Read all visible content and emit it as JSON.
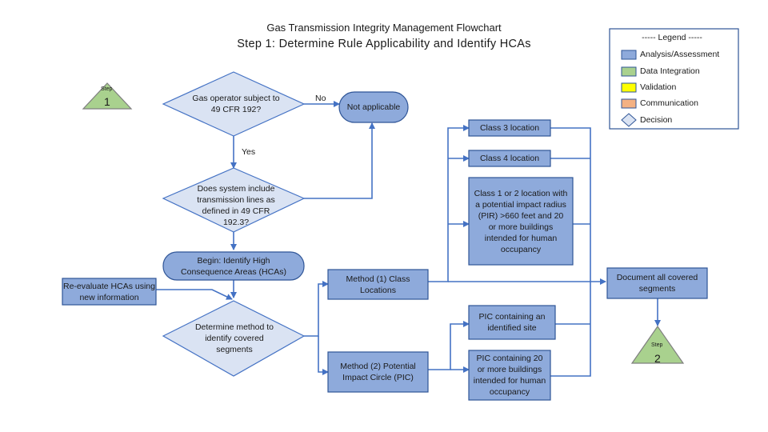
{
  "title": "Gas Transmission Integrity Management Flowchart",
  "subtitle": "Step 1: Determine Rule Applicability and Identify HCAs",
  "colors": {
    "analysis": "#8eaadb",
    "analysis_border": "#2f5597",
    "integration": "#a9d18e",
    "validation": "#ffff00",
    "communication": "#f4b183",
    "decision": "#dae3f3",
    "line": "#4472c4"
  },
  "legend": {
    "title": "----- Legend -----",
    "items": [
      {
        "label": "Analysis/Assessment",
        "icon": "blue-rect-icon"
      },
      {
        "label": "Data Integration",
        "icon": "green-rect-icon"
      },
      {
        "label": "Validation",
        "icon": "yellow-rect-icon"
      },
      {
        "label": "Communication",
        "icon": "orange-rect-icon"
      },
      {
        "label": "Decision",
        "icon": "diamond-icon"
      }
    ]
  },
  "steps": {
    "start": {
      "label": "Step",
      "number": "1"
    },
    "end": {
      "label": "Step",
      "number": "2"
    }
  },
  "nodes": {
    "q_operator": "Gas operator subject to 49 CFR 192?",
    "not_applicable": "Not applicable",
    "q_transmission": "Does system include transmission lines as defined in 49 CFR 192.3?",
    "begin": "Begin: Identify High Consequence Areas (HCAs)",
    "reevaluate": "Re-evaluate HCAs using new information",
    "q_method": "Determine method to identify covered segments",
    "method1": "Method (1) Class Locations",
    "method2": "Method (2) Potential Impact Circle (PIC)",
    "class3": "Class 3 location",
    "class4": "Class 4 location",
    "class12": "Class 1 or 2 location with a potential impact radius (PIR) >660 feet and 20 or more buildings intended for human occupancy",
    "pic_site": "PIC containing an identified site",
    "pic_buildings": "PIC containing 20 or more buildings intended for human occupancy",
    "document": "Document all covered segments"
  },
  "edges": {
    "no": "No",
    "yes": "Yes"
  }
}
